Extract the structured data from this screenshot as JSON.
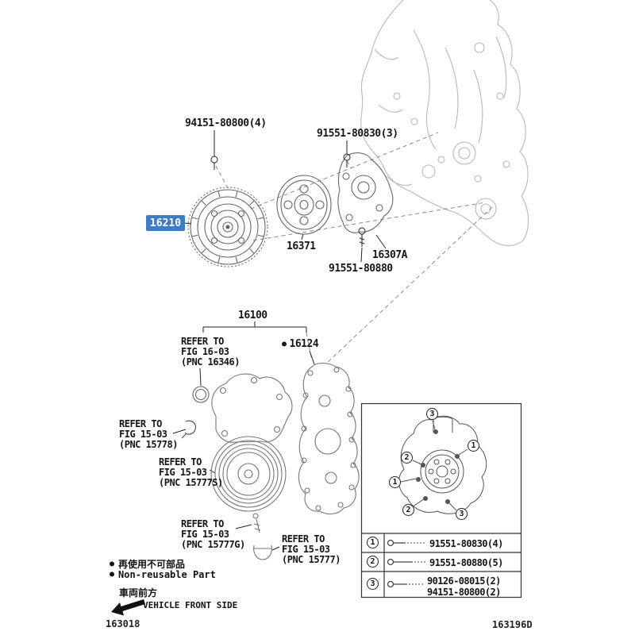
{
  "parts": {
    "p94151_80800_4": "94151-80800(4)",
    "p91551_80830_3": "91551-80830(3)",
    "p16210": "16210",
    "p16371": "16371",
    "p16307a": "16307A",
    "p91551_80880": "91551-80880",
    "p16100": "16100",
    "p16124": "16124"
  },
  "refer": {
    "r16346": {
      "l1": "REFER TO",
      "l2": "FIG 16-03",
      "l3": "(PNC 16346)"
    },
    "r15778": {
      "l1": "REFER TO",
      "l2": "FIG 15-03",
      "l3": "(PNC 15778)"
    },
    "r15777s": {
      "l1": "REFER TO",
      "l2": "FIG 15-03",
      "l3": "(PNC 15777S)"
    },
    "r15777g": {
      "l1": "REFER TO",
      "l2": "FIG 15-03",
      "l3": "(PNC 15777G)"
    },
    "r15777": {
      "l1": "REFER TO",
      "l2": "FIG 15-03",
      "l3": "(PNC 15777)"
    }
  },
  "marks": {
    "bullet": "●"
  },
  "legend": {
    "nonreusable_jp": "再使用不可部品",
    "nonreusable_en": "Non-reusable Part",
    "vehicle_front_jp": "車両前方",
    "vehicle_front_en": "VEHICLE FRONT SIDE"
  },
  "codes": {
    "bottom_left": "163018",
    "bottom_right": "163196D"
  },
  "inset": {
    "callouts": {
      "c1": "3",
      "c2": "1",
      "c3": "2",
      "c4": "1",
      "c5": "2",
      "c6": "3"
    },
    "table": {
      "r1_num": "1",
      "r1_part": "91551-80830(4)",
      "r2_num": "2",
      "r2_part": "91551-80880(5)",
      "r3_num": "3",
      "r3_part_a": "90126-08015(2)",
      "r3_part_b": "94151-80800(2)"
    }
  },
  "colors": {
    "highlight_bg": "#3e7cc4",
    "highlight_text": "#ffffff"
  }
}
